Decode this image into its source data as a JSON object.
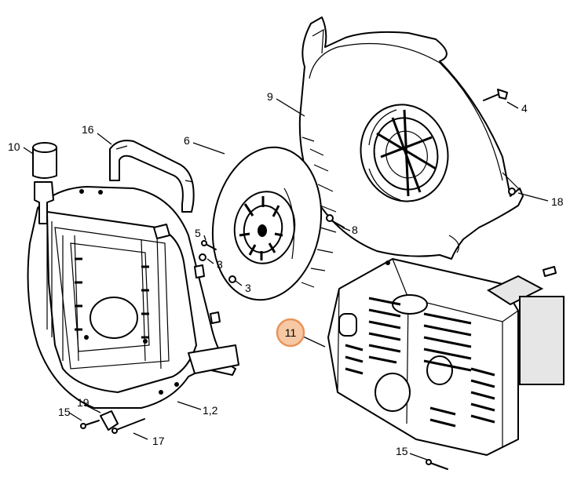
{
  "diagram": {
    "labels": {
      "p10": "10",
      "p16": "16",
      "p6": "6",
      "p9": "9",
      "p4": "4",
      "p18": "18",
      "p8": "8",
      "p5": "5",
      "p3a": "3",
      "p3b": "3",
      "p11": "11",
      "p12": "1,2",
      "p19": "19",
      "p15a": "15",
      "p17": "17",
      "p15b": "15"
    },
    "highlight": {
      "part": "11",
      "color": "#f6c8a4",
      "border": "#e8945a"
    }
  }
}
